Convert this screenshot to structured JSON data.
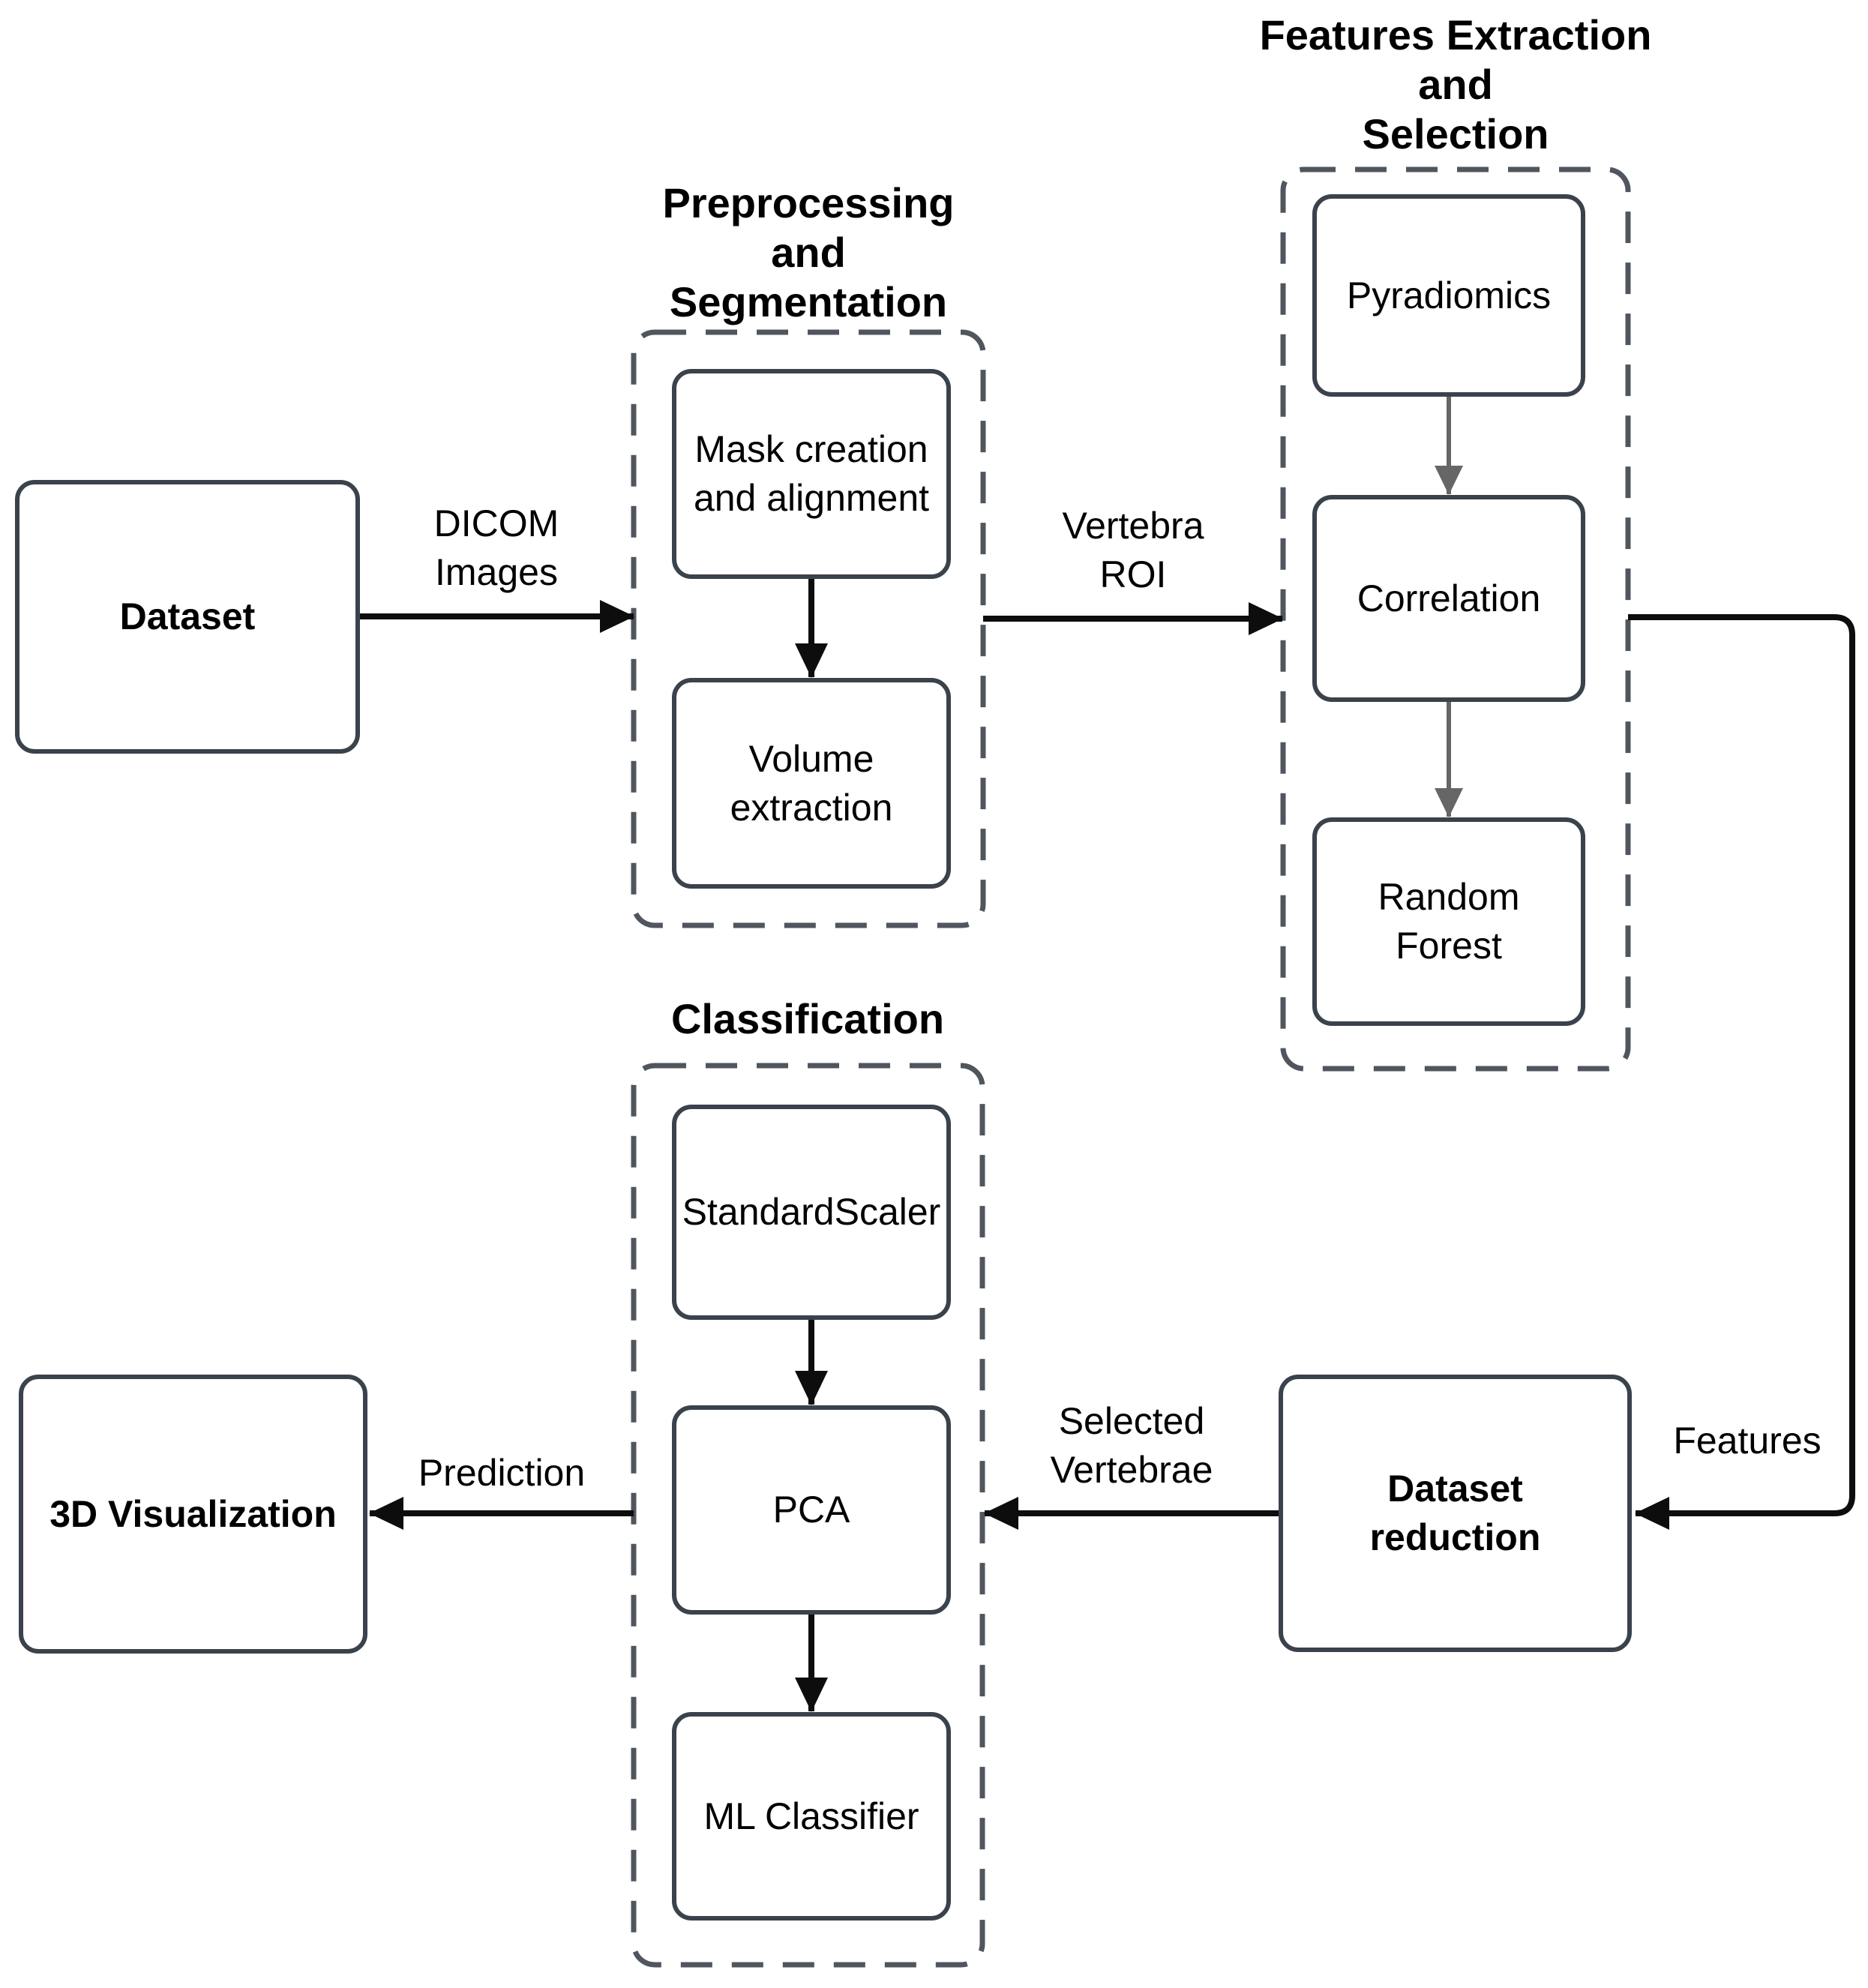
{
  "diagram": {
    "colors": {
      "background": "#ffffff",
      "node_border": "#3a424b",
      "group_dashed_border": "#50565e",
      "flow_arrow": "#0d0d0d",
      "internal_arrow": "#666666",
      "text": "#000000"
    },
    "nodes": {
      "dataset": {
        "label": "Dataset"
      },
      "mask_creation": {
        "label": "Mask creation\nand alignment"
      },
      "volume_extraction": {
        "label": "Volume\nextraction"
      },
      "pyradiomics": {
        "label": "Pyradiomics"
      },
      "correlation": {
        "label": "Correlation"
      },
      "random_forest": {
        "label": "Random\nForest"
      },
      "standard_scaler": {
        "label": "StandardScaler"
      },
      "pca": {
        "label": "PCA"
      },
      "ml_classifier": {
        "label": "ML Classifier"
      },
      "dataset_reduction": {
        "label": "Dataset\nreduction"
      },
      "visualization_3d": {
        "label": "3D Visualization"
      }
    },
    "groups": {
      "preprocessing": {
        "title": "Preprocessing\nand\nSegmentation"
      },
      "features_extraction": {
        "title": "Features Extraction\nand\nSelection"
      },
      "classification": {
        "title": "Classification"
      }
    },
    "edge_labels": {
      "dicom_images": "DICOM\nImages",
      "vertebra_roi": "Vertebra\nROI",
      "features": "Features",
      "selected_vertebrae": "Selected\nVertebrae",
      "prediction": "Prediction"
    }
  }
}
